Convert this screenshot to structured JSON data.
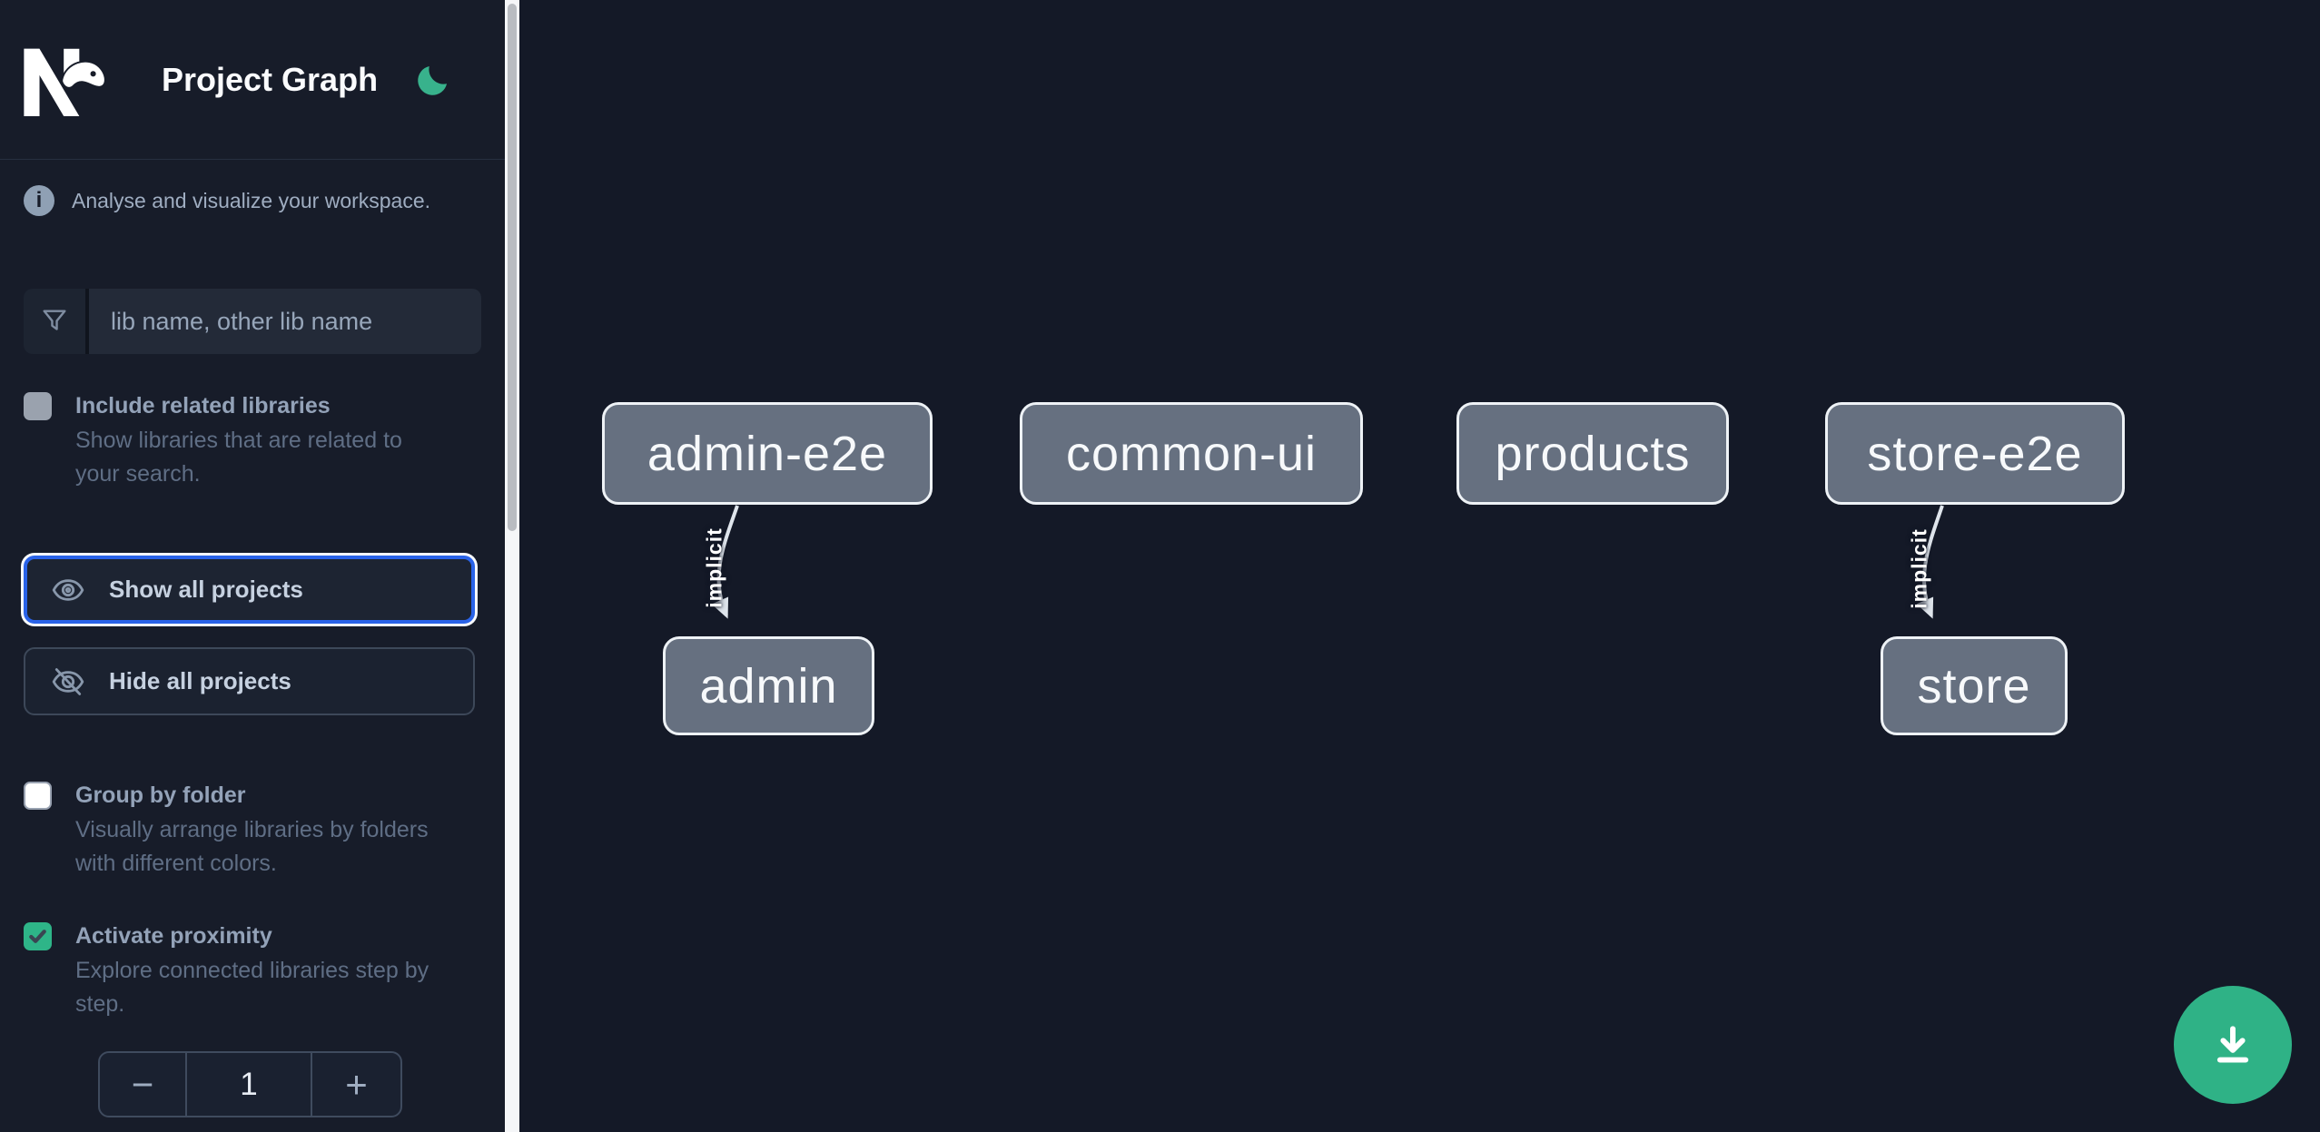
{
  "app": {
    "title": "Project Graph"
  },
  "sidebar": {
    "tagline": "Analyse and visualize your workspace.",
    "info_icon_glyph": "i",
    "search": {
      "placeholder": "lib name, other lib name",
      "value": ""
    },
    "toggles": [
      {
        "label": "Include related libraries",
        "description": "Show libraries that are related to your search.",
        "checked": false,
        "disabled": true
      },
      {
        "label": "Group by folder",
        "description": "Visually arrange libraries by folders with different colors.",
        "checked": false,
        "disabled": false
      },
      {
        "label": "Activate proximity",
        "description": "Explore connected libraries step by step.",
        "checked": true,
        "disabled": false
      }
    ],
    "buttons": {
      "show_all": "Show all projects",
      "hide_all": "Hide all projects"
    },
    "proximity_stepper": {
      "decrement": "−",
      "value": "1",
      "increment": "+"
    }
  },
  "graph": {
    "type": "dependency-graph",
    "nodes": [
      {
        "label": "admin-e2e"
      },
      {
        "label": "common-ui"
      },
      {
        "label": "products"
      },
      {
        "label": "store-e2e"
      },
      {
        "label": "admin"
      },
      {
        "label": "store"
      }
    ],
    "edges": [
      {
        "source": "admin-e2e",
        "target": "admin",
        "label": "implicit"
      },
      {
        "source": "store-e2e",
        "target": "store",
        "label": "implicit"
      }
    ]
  },
  "colors": {
    "accent_teal": "#35b48c",
    "focus_blue": "#2a63e8",
    "checkbox_checked_green": "#2eb588",
    "node_fill": "#667080",
    "node_border": "#eef2f6",
    "sidebar_bg": "#171c29",
    "canvas_bg": "#141927"
  }
}
